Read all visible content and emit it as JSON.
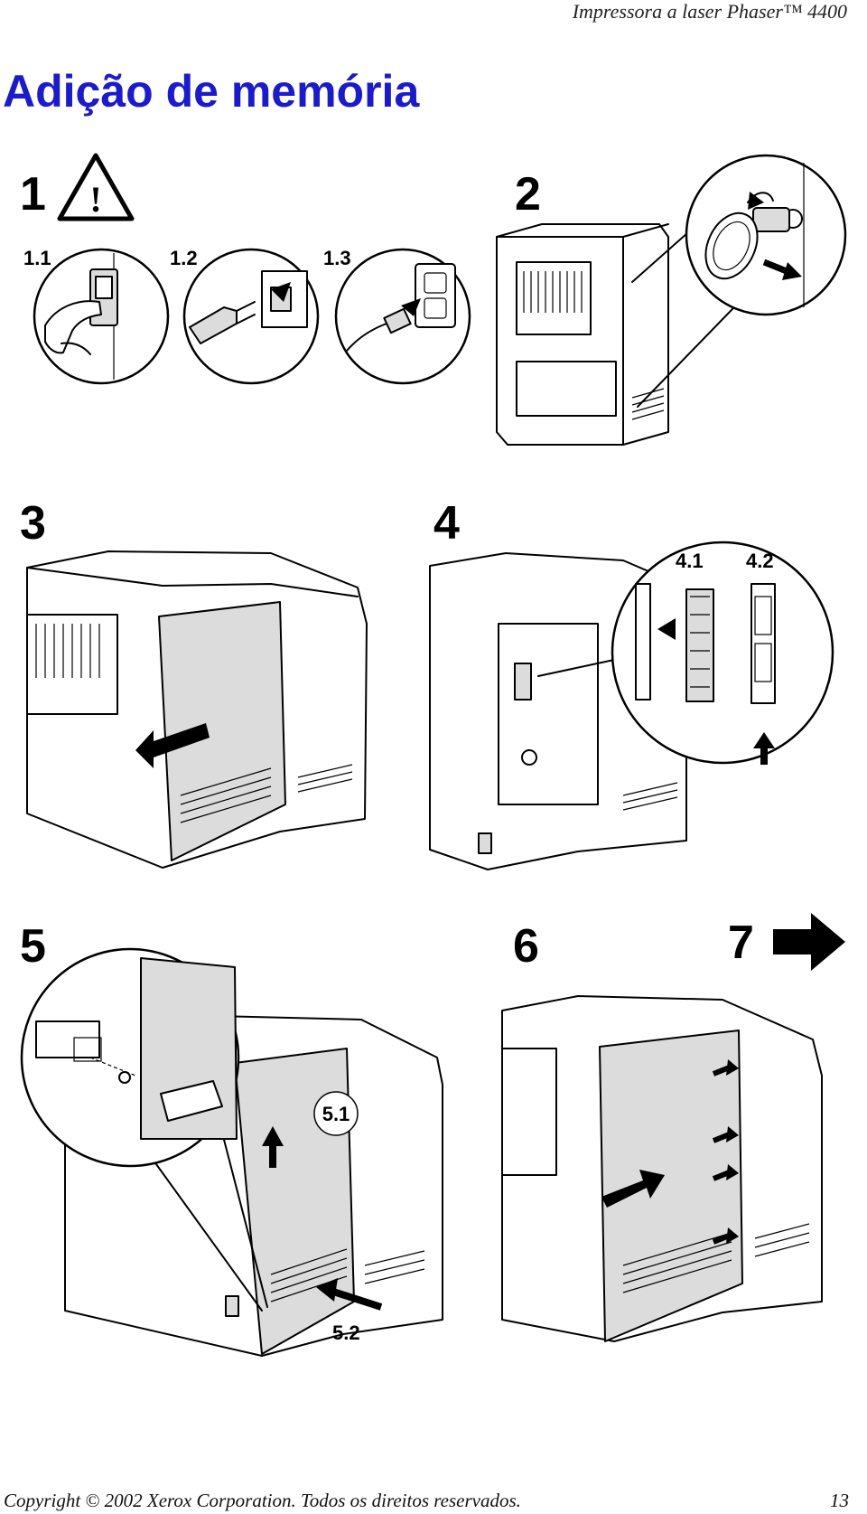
{
  "header": {
    "title": "Impressora a laser Phaser™ 4400"
  },
  "page_title": "Adição de memória",
  "steps": {
    "s1": "1",
    "s1_1": "1.1",
    "s1_2": "1.2",
    "s1_3": "1.3",
    "s2": "2",
    "s3": "3",
    "s4": "4",
    "s4_1": "4.1",
    "s4_2": "4.2",
    "s5": "5",
    "s5_1": "5.1",
    "s5_2": "5.2",
    "s6": "6",
    "s7": "7"
  },
  "warning_symbol": "!",
  "icons": [
    "warning-icon",
    "arrow-right-icon"
  ],
  "footer": {
    "copyright": "Copyright © 2002 Xerox Corporation. Todos os direitos reservados.",
    "page_number": "13"
  },
  "colors": {
    "title": "#1a1ad0",
    "panel_gray": "#dcdcdc"
  }
}
